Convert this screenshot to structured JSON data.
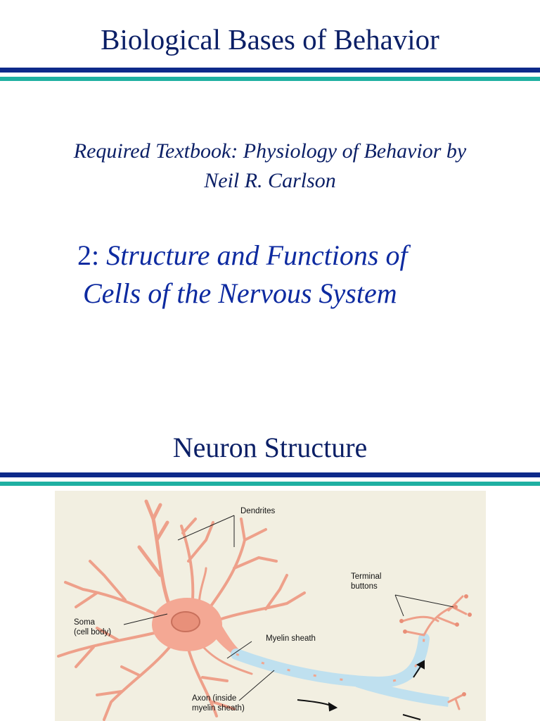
{
  "slide1": {
    "title": "Biological Bases of Behavior",
    "textbook_line1": "Required Textbook: Physiology of Behavior by",
    "textbook_line2": "Neil R. Carlson",
    "chapter_number": "2: ",
    "chapter_line1": "Structure and Functions of",
    "chapter_line2": "Cells of the Nervous System"
  },
  "slide2": {
    "title": "Neuron Structure",
    "figure_labels": {
      "dendrites": "Dendrites",
      "terminal_line1": "Terminal",
      "terminal_line2": "buttons",
      "soma_line1": "Soma",
      "soma_line2": "(cell body)",
      "myelin": "Myelin sheath",
      "axon_line1": "Axon (inside",
      "axon_line2": "myelin sheath)"
    }
  },
  "colors": {
    "title_text": "#0b1f66",
    "chapter_text": "#0d2aa0",
    "rule_blue": "#0d2a8a",
    "rule_teal": "#1fb0a2",
    "figure_bg": "#f2efe1",
    "neuron": "#f2a68f",
    "myelin": "#bfe0ef"
  }
}
